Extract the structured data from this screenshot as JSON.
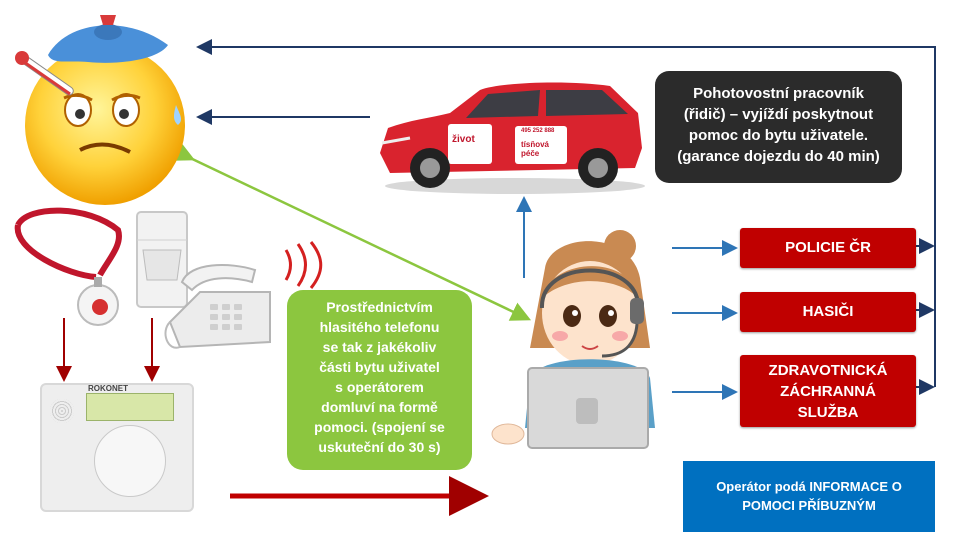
{
  "driver_note": {
    "lines": [
      "Pohotovostní pracovník",
      "(řidič) – vyjíždí poskytnout",
      "pomoc do bytu uživatele.",
      "(garance dojezdu do 40 min)"
    ]
  },
  "phone_note": {
    "lines": [
      "Prostřednictvím",
      "hlasitého telefonu",
      "se tak z jakékoliv",
      "části bytu uživatel",
      "s operátorem",
      "domluví na  formě",
      "pomoci. (spojení se",
      "uskuteční do 30 s)"
    ]
  },
  "services": {
    "police": "POLICIE ČR",
    "fire": "HASIČI",
    "ambulance": [
      "ZDRAVOTNICKÁ",
      "ZÁCHRANNÁ",
      "SLUŽBA"
    ]
  },
  "info_box": {
    "lines": [
      "Operátor podá INFORMACE O",
      "POMOCI PŘÍBUZNÝM"
    ]
  },
  "car": {
    "brand_text": "život",
    "service_text": "tísňová péče",
    "phone": "495 252 888"
  },
  "alarm_panel": {
    "brand": "ROKONET"
  },
  "colors": {
    "navy_arrow": "#1f3864",
    "blue_arrow": "#2e75b6",
    "green_arrow": "#8cc63f",
    "red_arrow": "#c00000",
    "red_button": "#c00000",
    "dark_box": "#2b2b2b",
    "green_box": "#8cc63f",
    "info_blue": "#0070c0"
  }
}
